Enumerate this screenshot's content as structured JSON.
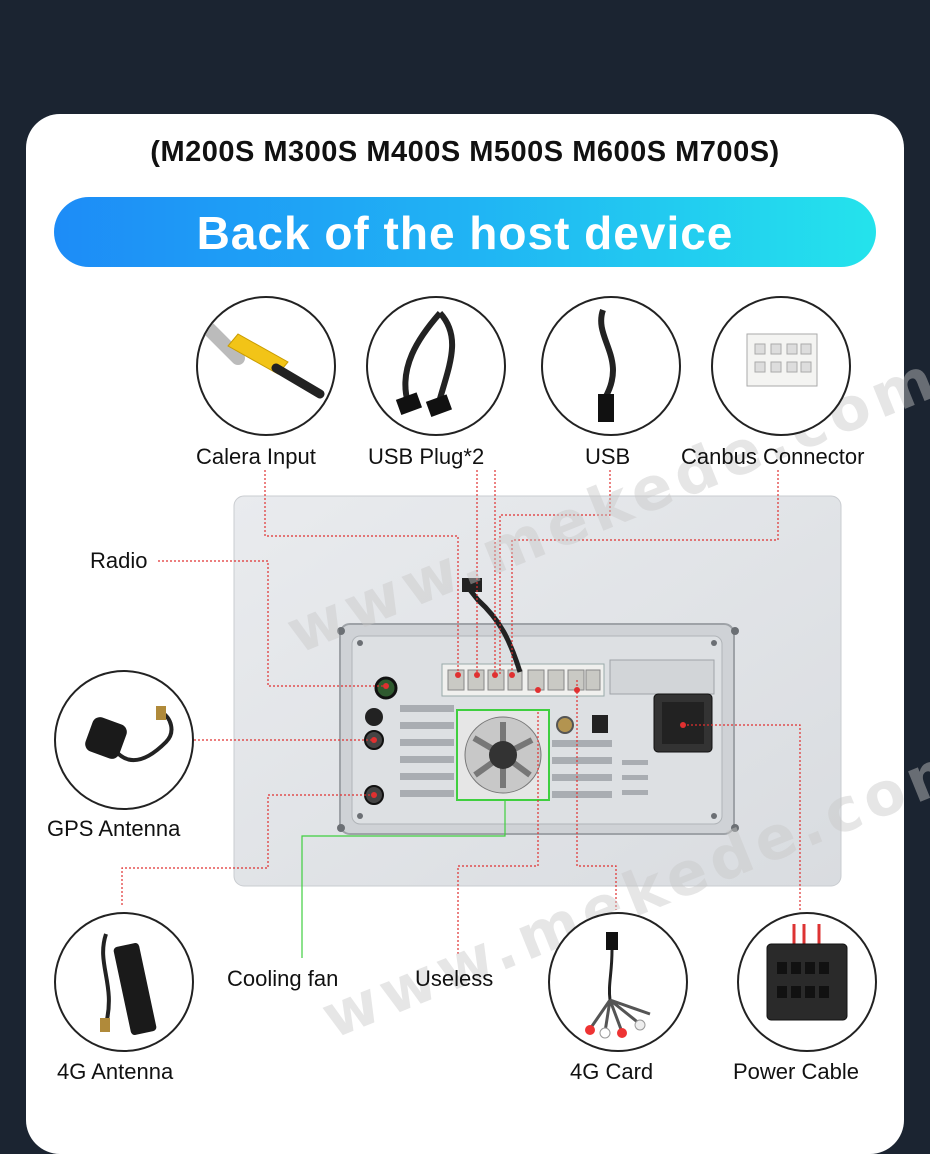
{
  "header": {
    "models": "(M200S M300S M400S M500S M600S M700S)",
    "banner": "Back of the host device"
  },
  "watermark": "www.mekede.com",
  "labels": {
    "camera_input": "Calera Input",
    "usb_plug": "USB Plug*2",
    "usb": "USB",
    "canbus": "Canbus Connector",
    "radio": "Radio",
    "gps": "GPS Antenna",
    "antenna_4g": "4G Antenna",
    "cooling_fan": "Cooling fan",
    "useless": "Useless",
    "card_4g": "4G Card",
    "power_cable": "Power Cable"
  },
  "colors": {
    "leader_line": "#e03030",
    "fan_line": "#3fcf3f",
    "banner_start": "#1d8cf7",
    "banner_end": "#24e3ec"
  },
  "icons": [
    "rca-plug-icon",
    "usb-cable-icon",
    "usb-single-icon",
    "canbus-plug-icon",
    "gps-antenna-icon",
    "4g-antenna-icon",
    "4g-card-cable-icon",
    "power-harness-icon"
  ]
}
